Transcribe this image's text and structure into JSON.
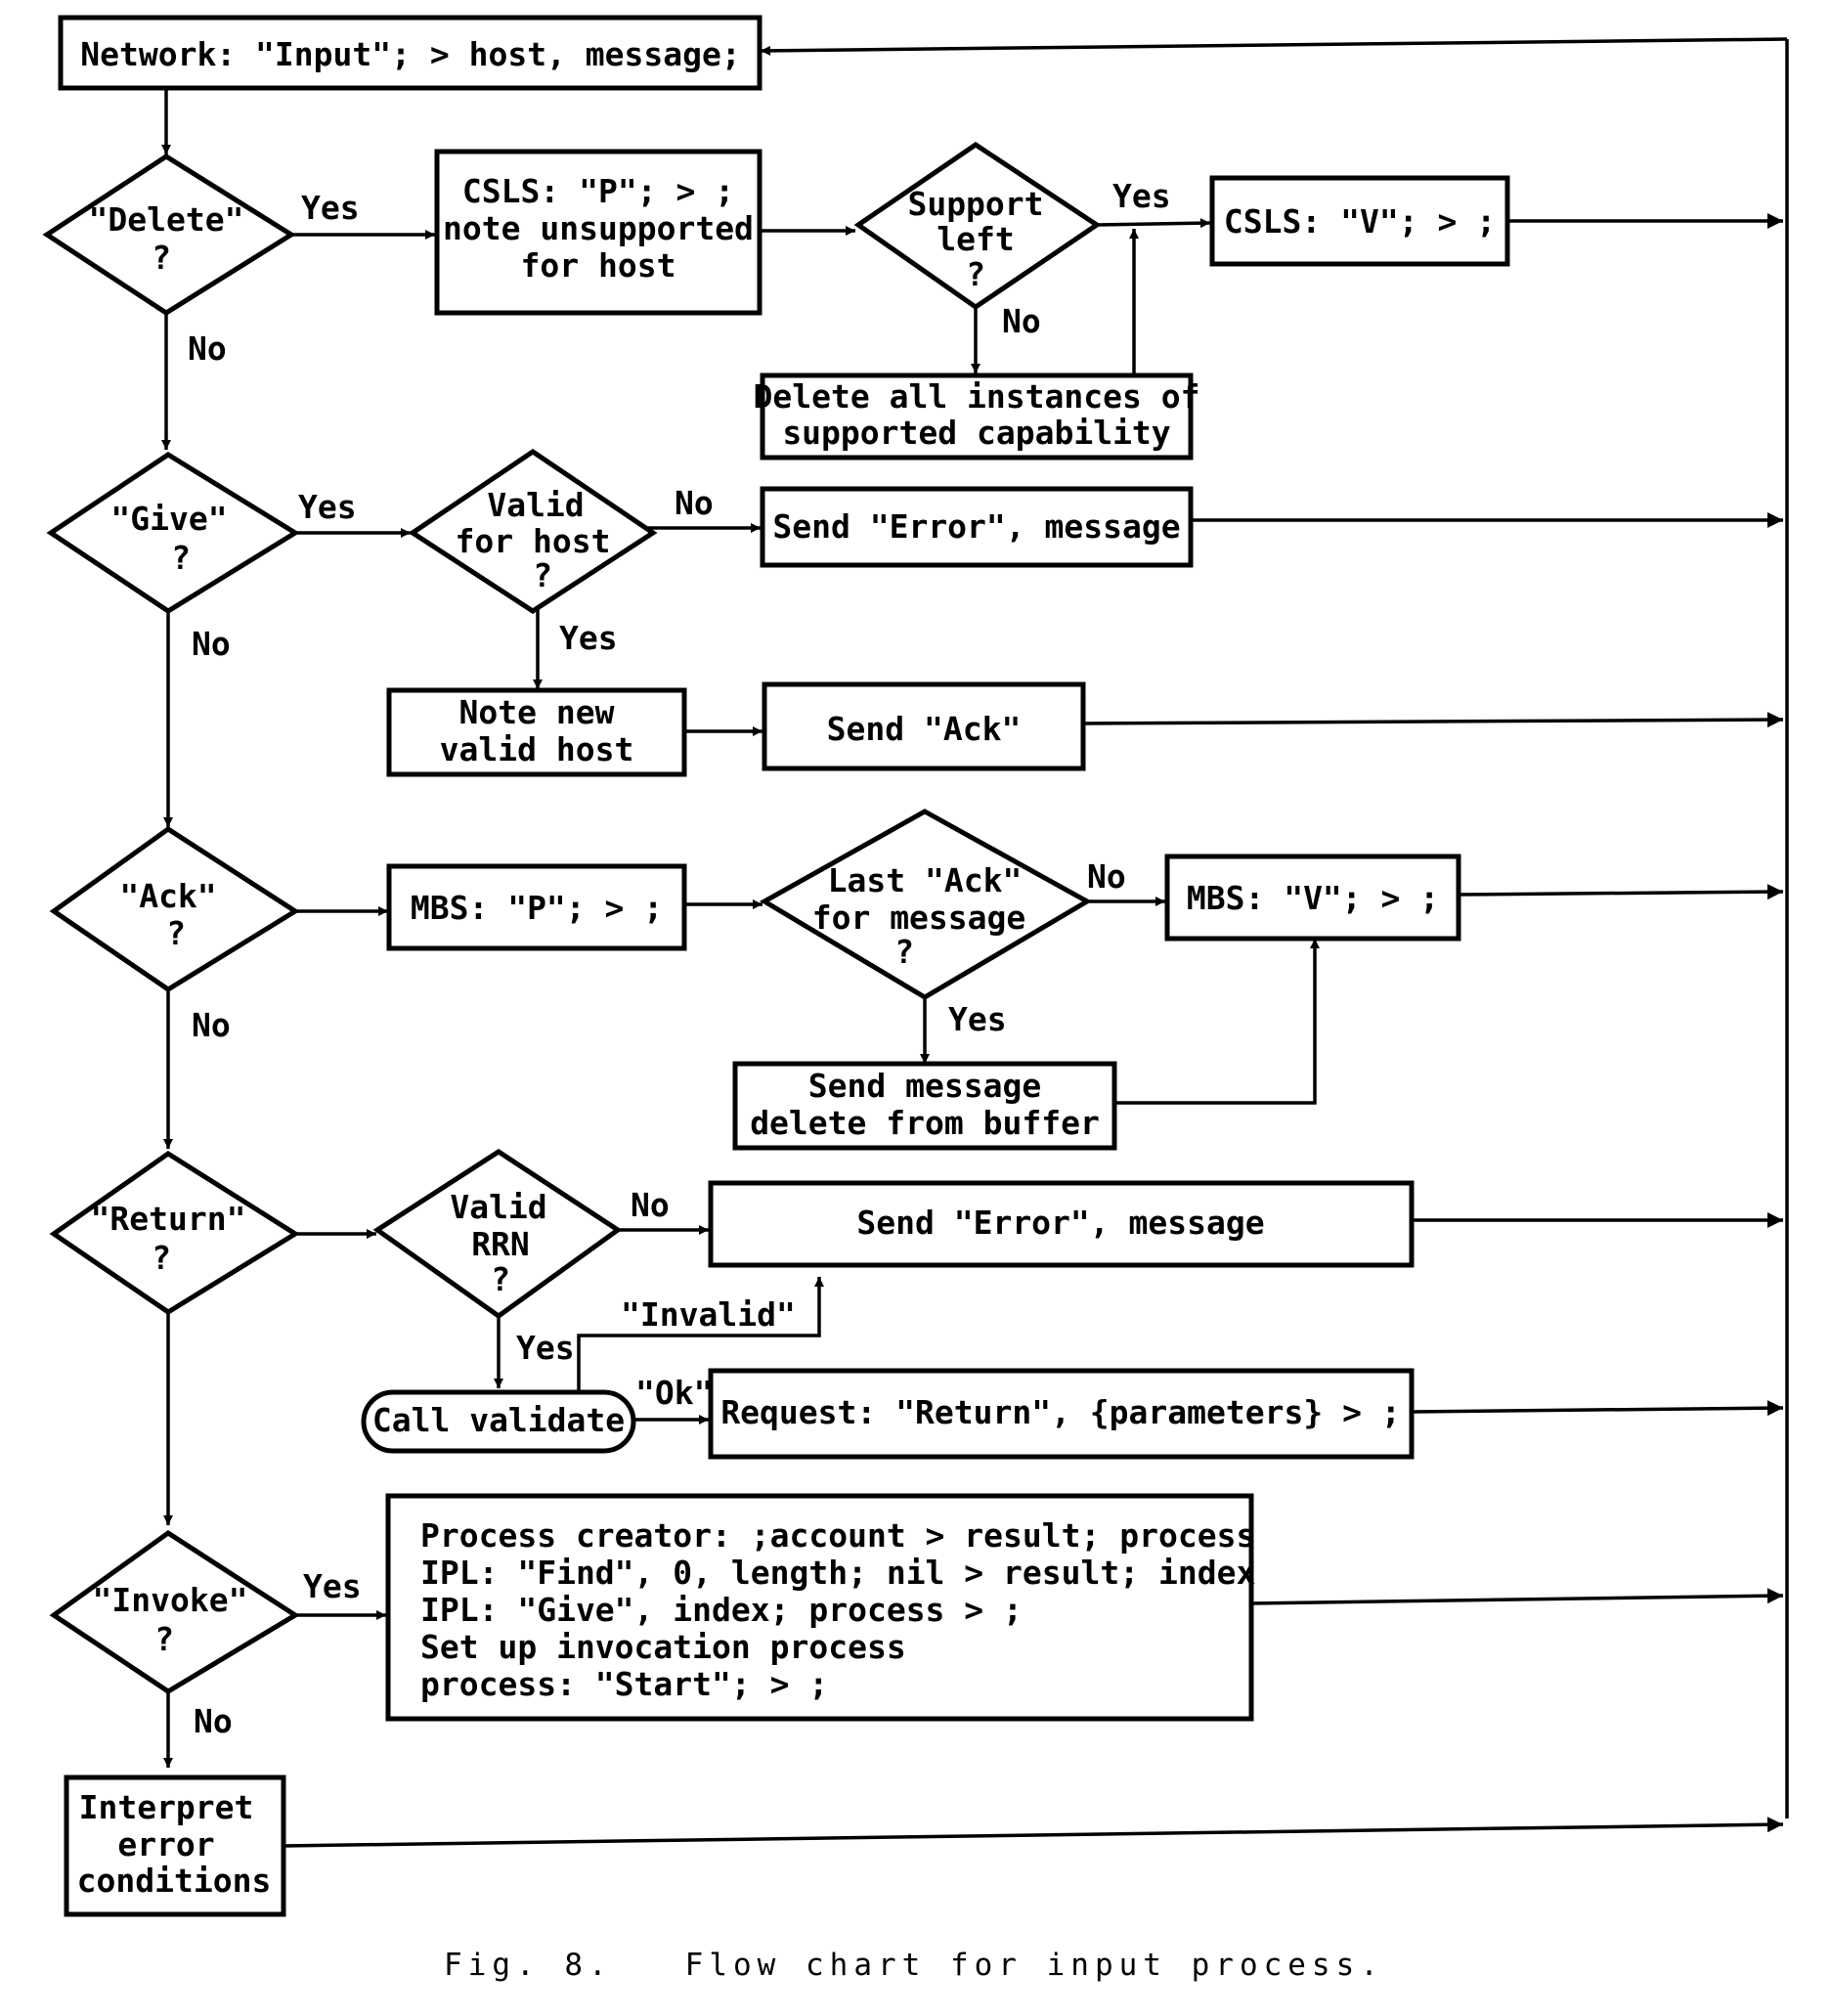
{
  "nodes": {
    "network": "Network: \"Input\"; > host, message;",
    "q_delete": [
      "\"Delete\"",
      "?"
    ],
    "csls_p": [
      "CSLS: \"P\"; > ;",
      "note unsupported",
      "for host"
    ],
    "q_support": [
      "Support",
      "left",
      "?"
    ],
    "csls_v": "CSLS: \"V\"; > ;",
    "delete_all": [
      "Delete all instances of",
      "supported capability"
    ],
    "q_give": [
      "\"Give\"",
      "?"
    ],
    "q_valid_host": [
      "Valid",
      "for host",
      "?"
    ],
    "send_error_1": "Send \"Error\", message",
    "note_valid": [
      "Note new",
      "valid host"
    ],
    "send_ack": "Send \"Ack\"",
    "q_ack": [
      "\"Ack\"",
      "?"
    ],
    "mbs_p": "MBS: \"P\"; > ;",
    "q_last_ack": [
      "Last \"Ack\"",
      "for message",
      "?"
    ],
    "mbs_v": "MBS: \"V\"; > ;",
    "send_msg": [
      "Send message",
      "delete from buffer"
    ],
    "q_return": [
      "\"Return\"",
      "?"
    ],
    "q_valid_rrn": [
      "Valid",
      "RRN",
      "?"
    ],
    "send_error_2": "Send \"Error\", message",
    "call_validate": "Call validate",
    "request_return": "Request: \"Return\", {parameters} > ;",
    "q_invoke": [
      "\"Invoke\"",
      "?"
    ],
    "process_block": [
      "Process creator:  ;account > result; process",
      "IPL: \"Find\", 0, length; nil > result; index",
      "IPL: \"Give\", index; process > ;",
      "Set up invocation process",
      "process: \"Start\"; > ;"
    ],
    "interpret": [
      "Interpret",
      "error",
      "conditions"
    ]
  },
  "labels": {
    "yes": "Yes",
    "no": "No",
    "invalid": "\"Invalid\"",
    "ok": "\"Ok\""
  },
  "caption": "Fig. 8.   Flow chart for input process."
}
